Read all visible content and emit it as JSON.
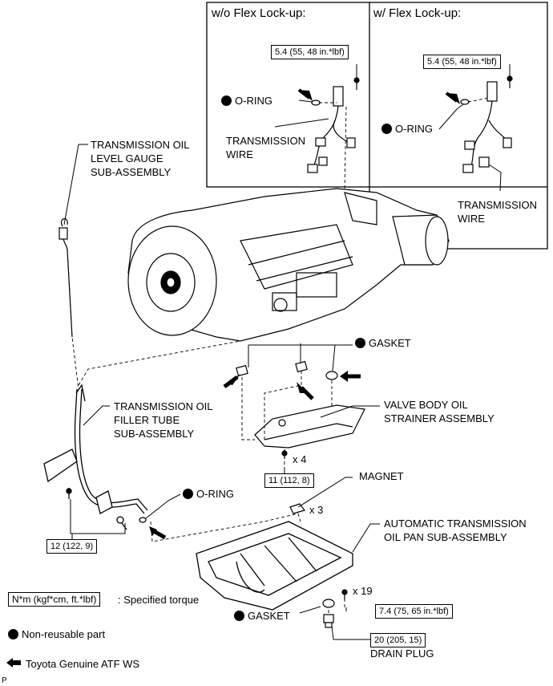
{
  "panel_left": {
    "title": "w/o Flex Lock-up:",
    "torque": "5.4 (55, 48 in.*lbf)",
    "oring": "O-RING",
    "wire": [
      "TRANSMISSION",
      "WIRE"
    ]
  },
  "panel_right": {
    "title": "w/ Flex Lock-up:",
    "torque": "5.4 (55, 48 in.*lbf)",
    "oring": "O-RING",
    "wire": [
      "TRANSMISSION",
      "WIRE"
    ]
  },
  "labels": {
    "gauge": [
      "TRANSMISSION OIL",
      "LEVEL GAUGE",
      "SUB-ASSEMBLY"
    ],
    "filler": [
      "TRANSMISSION OIL",
      "FILLER TUBE",
      "SUB-ASSEMBLY"
    ],
    "gasket_top": "GASKET",
    "strainer": [
      "VALVE BODY OIL",
      "STRAINER ASSEMBLY"
    ],
    "magnet": "MAGNET",
    "magnet_qty": "x 3",
    "bolt_qty_4": "x 4",
    "bolt_qty_19": "x 19",
    "oring_filler": "O-RING",
    "pan": [
      "AUTOMATIC TRANSMISSION",
      "OIL PAN SUB-ASSEMBLY"
    ],
    "gasket_bottom": "GASKET",
    "drain_plug": "DRAIN PLUG"
  },
  "torques": {
    "strainer_bolt": "11 (112, 8)",
    "filler_bolt": "12 (122, 9)",
    "pan_bolt": "7.4 (75, 65 in.*lbf)",
    "drain_plug": "20 (205, 15)"
  },
  "legend": {
    "torque_box": "N*m (kgf*cm, ft.*lbf)",
    "torque_desc": ": Specified torque",
    "nonreusable": "Non-reusable part",
    "atf": "Toyota Genuine ATF WS"
  },
  "corner_mark": "P"
}
